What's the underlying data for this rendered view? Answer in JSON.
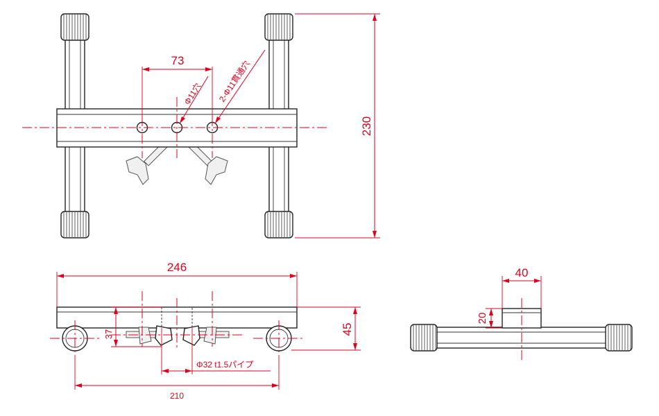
{
  "colors": {
    "dimension": "#e0001b",
    "outline": "#222222",
    "background": "#ffffff"
  },
  "top_view": {
    "dim_hole_spacing": "73",
    "label_center_hole": "Φ11穴",
    "label_through_holes": "2-Φ11貫通穴",
    "dim_overall_depth": "230"
  },
  "front_view": {
    "dim_overall_width": "246",
    "dim_clamp_height": "37",
    "dim_height": "45",
    "label_pipe": "Φ32 t1.5パイプ",
    "dim_foot_spacing": "210"
  },
  "side_view": {
    "dim_block_width": "40",
    "dim_block_height": "20"
  }
}
